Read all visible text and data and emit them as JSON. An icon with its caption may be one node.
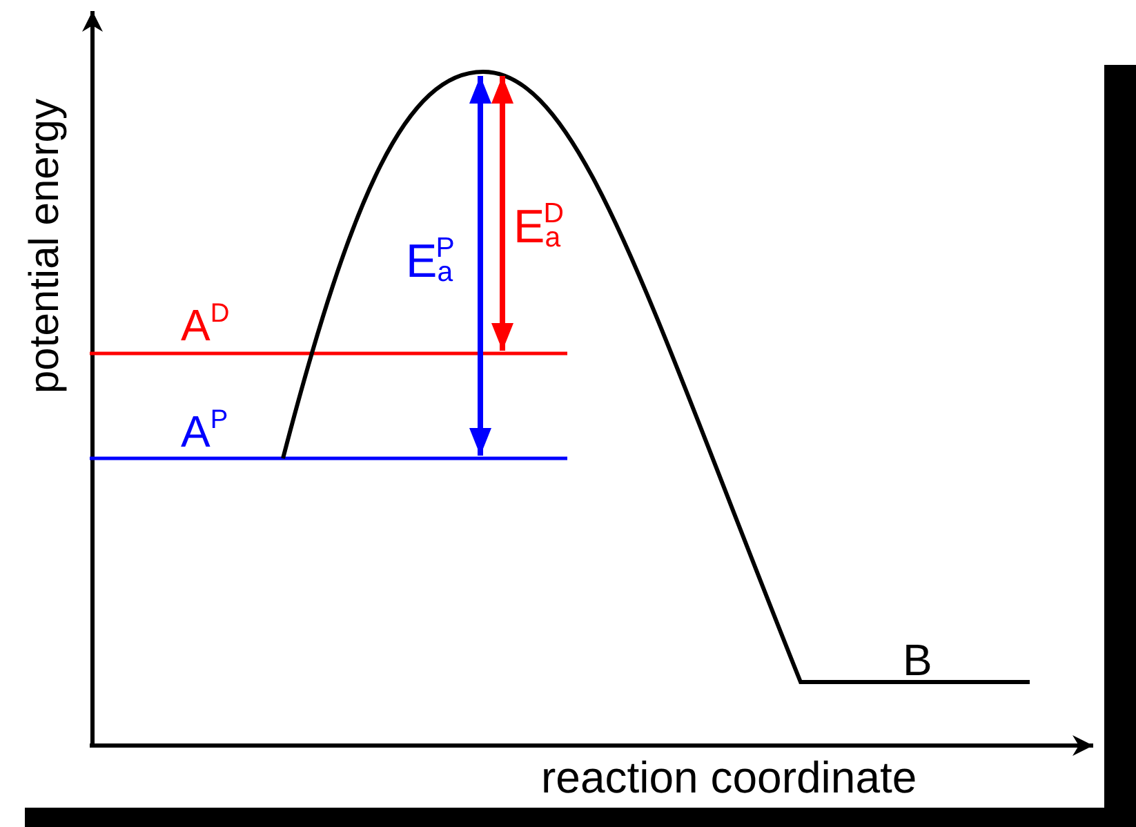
{
  "diagram": {
    "labels": [
      "potential energy",
      "A$^{D}$",
      "A$^{P}$",
      "E$_{a}$$^{P}$",
      "E$_{a}$$^{D}$",
      "B",
      "reaction coordinate"
    ]
  }
}
